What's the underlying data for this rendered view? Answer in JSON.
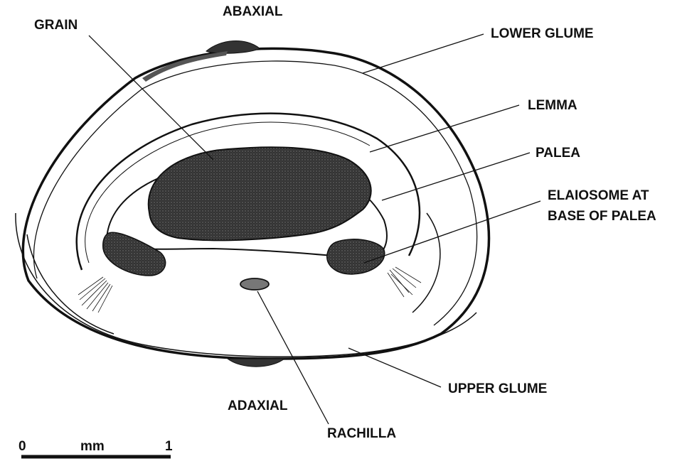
{
  "labels": {
    "abaxial": "ABAXIAL",
    "grain": "GRAIN",
    "lower_glume": "LOWER GLUME",
    "lemma": "LEMMA",
    "palea": "PALEA",
    "elaiosome_line1": "ELAIOSOME AT",
    "elaiosome_line2": "BASE OF PALEA",
    "upper_glume": "UPPER GLUME",
    "adaxial": "ADAXIAL",
    "rachilla": "RACHILLA"
  },
  "scale_bar": {
    "start": "0",
    "unit": "mm",
    "end": "1"
  },
  "colors": {
    "ink": "#111111",
    "shading": "#2a2a2a"
  }
}
